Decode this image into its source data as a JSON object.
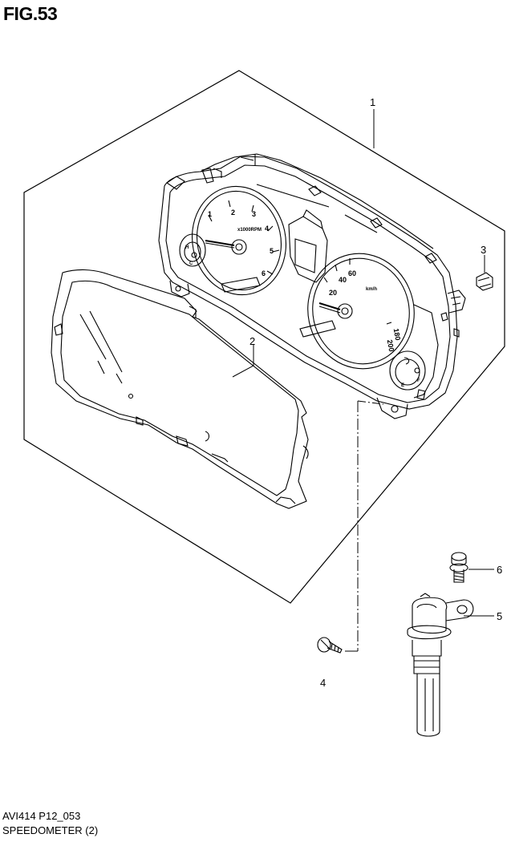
{
  "header": {
    "figure_label": "FIG.53"
  },
  "callouts": [
    {
      "id": "1",
      "label": "1"
    },
    {
      "id": "2",
      "label": "2"
    },
    {
      "id": "3",
      "label": "3"
    },
    {
      "id": "4",
      "label": "4"
    },
    {
      "id": "5",
      "label": "5"
    },
    {
      "id": "6",
      "label": "6"
    }
  ],
  "tachometer": {
    "numbers": [
      "1",
      "2",
      "3",
      "4",
      "5",
      "6"
    ],
    "unit": "x1000RPM",
    "temp_labels": [
      "H",
      "C"
    ]
  },
  "speedometer": {
    "numbers": [
      "20",
      "40",
      "60",
      "180",
      "200"
    ],
    "unit": "km/h",
    "fuel_labels": [
      "E",
      "F"
    ]
  },
  "footer": {
    "code": "AVI414 P12_053",
    "name": "SPEEDOMETER (2)"
  }
}
